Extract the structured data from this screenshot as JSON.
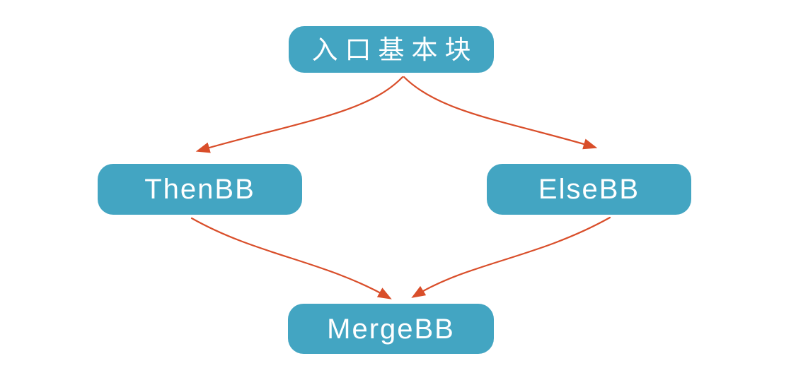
{
  "diagram": {
    "type": "flowchart",
    "nodes": [
      {
        "id": "entry",
        "label": "入口基本块"
      },
      {
        "id": "then",
        "label": "ThenBB"
      },
      {
        "id": "else",
        "label": "ElseBB"
      },
      {
        "id": "merge",
        "label": "MergeBB"
      }
    ],
    "edges": [
      {
        "from": "entry",
        "to": "then"
      },
      {
        "from": "entry",
        "to": "else"
      },
      {
        "from": "then",
        "to": "merge"
      },
      {
        "from": "else",
        "to": "merge"
      }
    ],
    "colors": {
      "node_fill": "#43a5c2",
      "node_text": "#ffffff",
      "edge": "#d94e2a",
      "background": "#ffffff"
    }
  }
}
